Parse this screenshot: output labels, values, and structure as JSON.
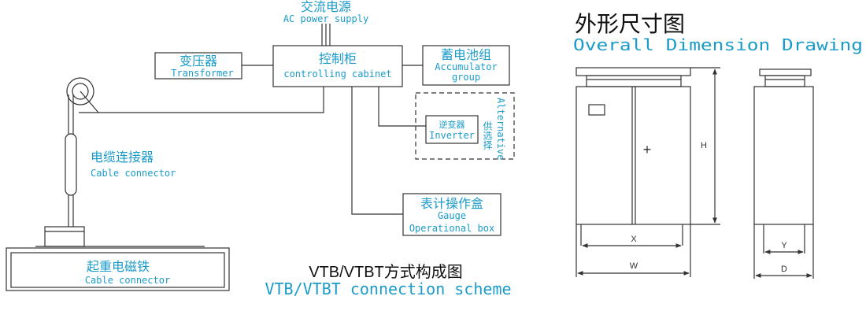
{
  "colors": {
    "line": "#333333",
    "cyan": "#1a9bc9",
    "black": "#111111"
  },
  "ac_power": {
    "label_cn": "交流电源",
    "label_en": "AC power supply"
  },
  "transformer": {
    "label_cn": "变压器",
    "label_en": "Transformer"
  },
  "control_cabinet": {
    "label_cn": "控制柜",
    "label_en": "controlling cabinet"
  },
  "accumulator": {
    "label_cn": "蓄电池组",
    "label_en_1": "Accumulator",
    "label_en_2": "group"
  },
  "alternative": {
    "label_en": "Alternative",
    "label_cn": "供选择"
  },
  "inverter": {
    "label_cn": "逆变器",
    "label_en": "Inverter"
  },
  "cable_connector": {
    "label_cn": "电缆连接器",
    "label_en": "Cable connector"
  },
  "gauge_box": {
    "label_cn": "表计操作盒",
    "label_en_1": "Gauge",
    "label_en_2": "Operational box"
  },
  "magnet": {
    "label_cn": "起重电磁铁",
    "label_en": "Cable connector"
  },
  "scheme_title": {
    "prefix": "VTB/VTBT",
    "cn": "方式构成图",
    "en": "VTB/VTBT connection scheme"
  },
  "dimension_title": {
    "cn": "外形尺寸图",
    "en": "Overall Dimension Drawing"
  },
  "dimensions": {
    "h": "H",
    "x": "X",
    "w": "W",
    "y": "Y",
    "d": "D",
    "plus": "+"
  }
}
